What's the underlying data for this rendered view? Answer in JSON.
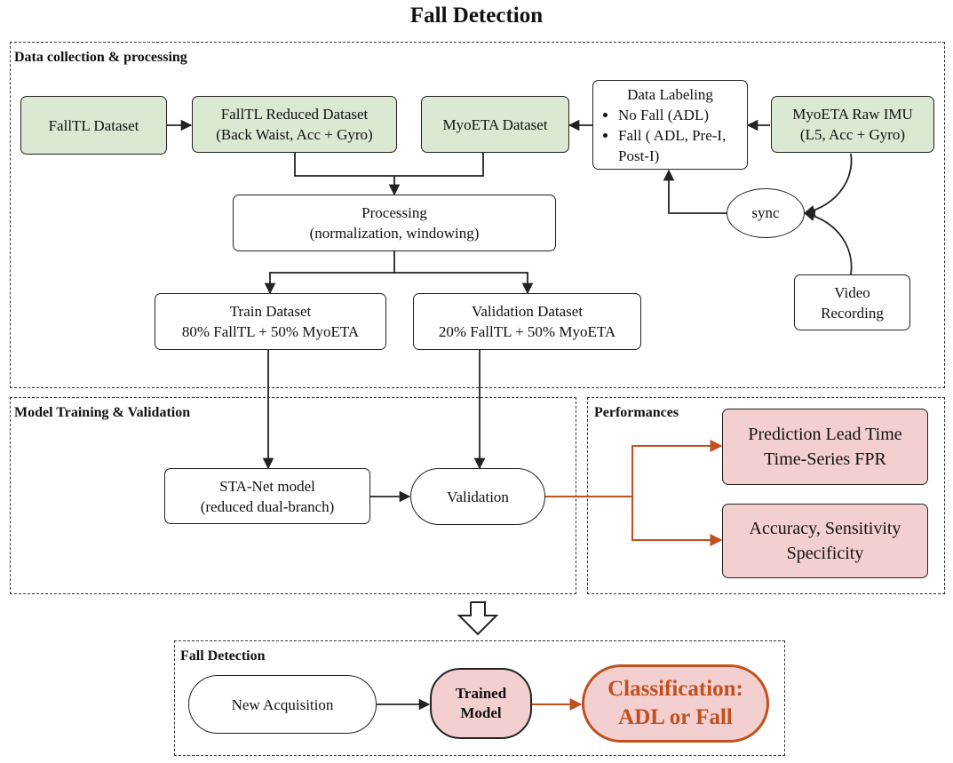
{
  "title": "Fall Detection",
  "regions": {
    "data_collection": "Data collection & processing",
    "model_training": "Model Training & Validation",
    "performances": "Performances",
    "fall_detection": "Fall Detection"
  },
  "nodes": {
    "falltl_dataset": "FallTL Dataset",
    "falltl_reduced_1": "FallTL Reduced Dataset",
    "falltl_reduced_2": "(Back Waist, Acc + Gyro)",
    "myoeta_dataset": "MyoETA Dataset",
    "data_labeling_title": "Data Labeling",
    "data_labeling_items": [
      "No Fall (ADL)",
      "Fall ( ADL, Pre-I, Post-I)"
    ],
    "myoeta_raw_1": "MyoETA Raw IMU",
    "myoeta_raw_2": "(L5, Acc + Gyro)",
    "sync": "sync",
    "video_1": "Video",
    "video_2": "Recording",
    "processing_1": "Processing",
    "processing_2": "(normalization, windowing)",
    "train_1": "Train Dataset",
    "train_2": "80% FallTL + 50% MyoETA",
    "validation_ds_1": "Validation Dataset",
    "validation_ds_2": "20% FallTL + 50% MyoETA",
    "sta_net_1": "STA-Net model",
    "sta_net_2": "(reduced dual-branch)",
    "validation": "Validation",
    "perf_1_a": "Prediction Lead Time",
    "perf_1_b": "Time-Series FPR",
    "perf_2_a": "Accuracy, Sensitivity",
    "perf_2_b": "Specificity",
    "new_acq": "New Acquisition",
    "trained_model_1": "Trained",
    "trained_model_2": "Model",
    "classification_1": "Classification:",
    "classification_2": "ADL or Fall"
  },
  "colors": {
    "green": "#dbe8d2",
    "pink": "#f3cfd0",
    "orange": "#c0501e",
    "black": "#222222"
  }
}
